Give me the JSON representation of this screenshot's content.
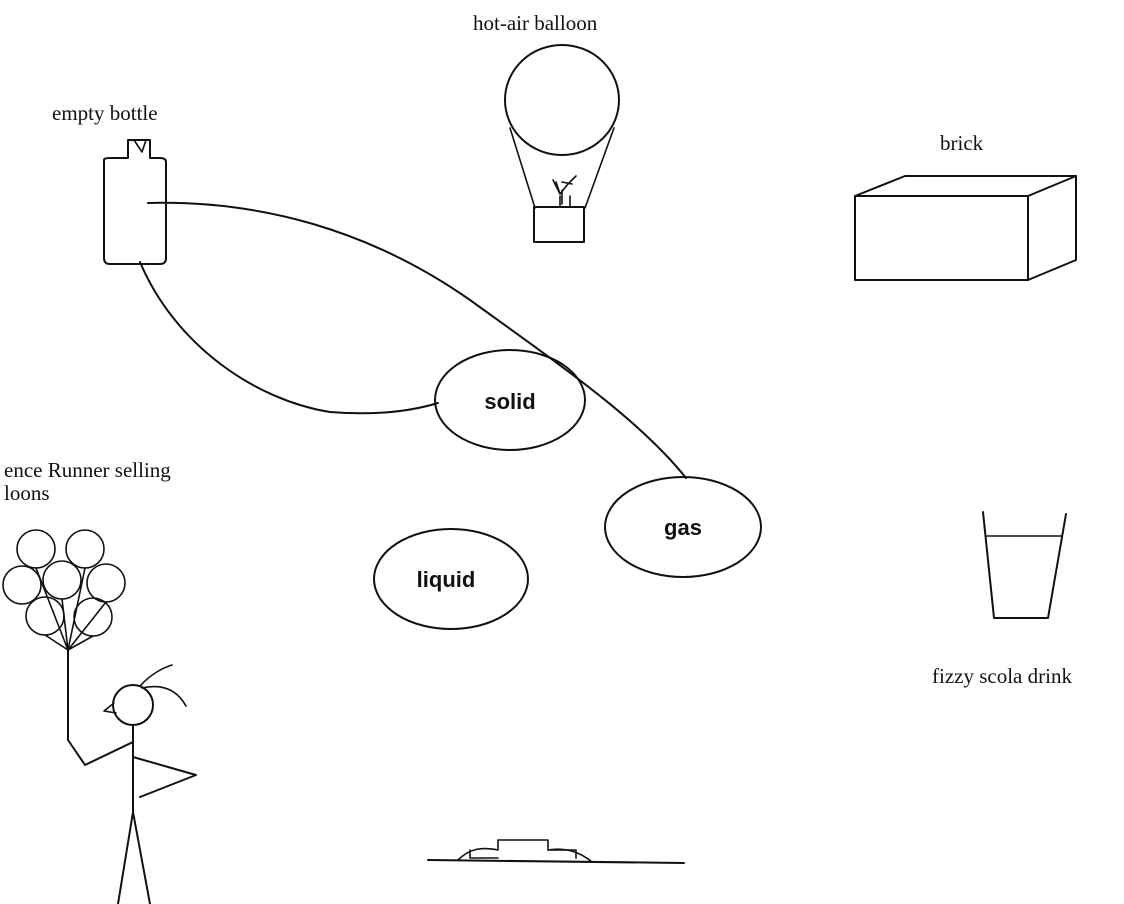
{
  "labels": {
    "hot_air_balloon": "hot-air balloon",
    "empty_bottle": "empty bottle",
    "brick": "brick",
    "runner_line1": "ence Runner selling",
    "runner_line2": "loons",
    "fizzy_drink": "fizzy scola drink"
  },
  "states": {
    "solid": "solid",
    "gas": "gas",
    "liquid": "liquid"
  },
  "connections": [
    {
      "from": "empty bottle",
      "to": "solid"
    },
    {
      "from": "empty bottle",
      "to": "gas"
    }
  ]
}
